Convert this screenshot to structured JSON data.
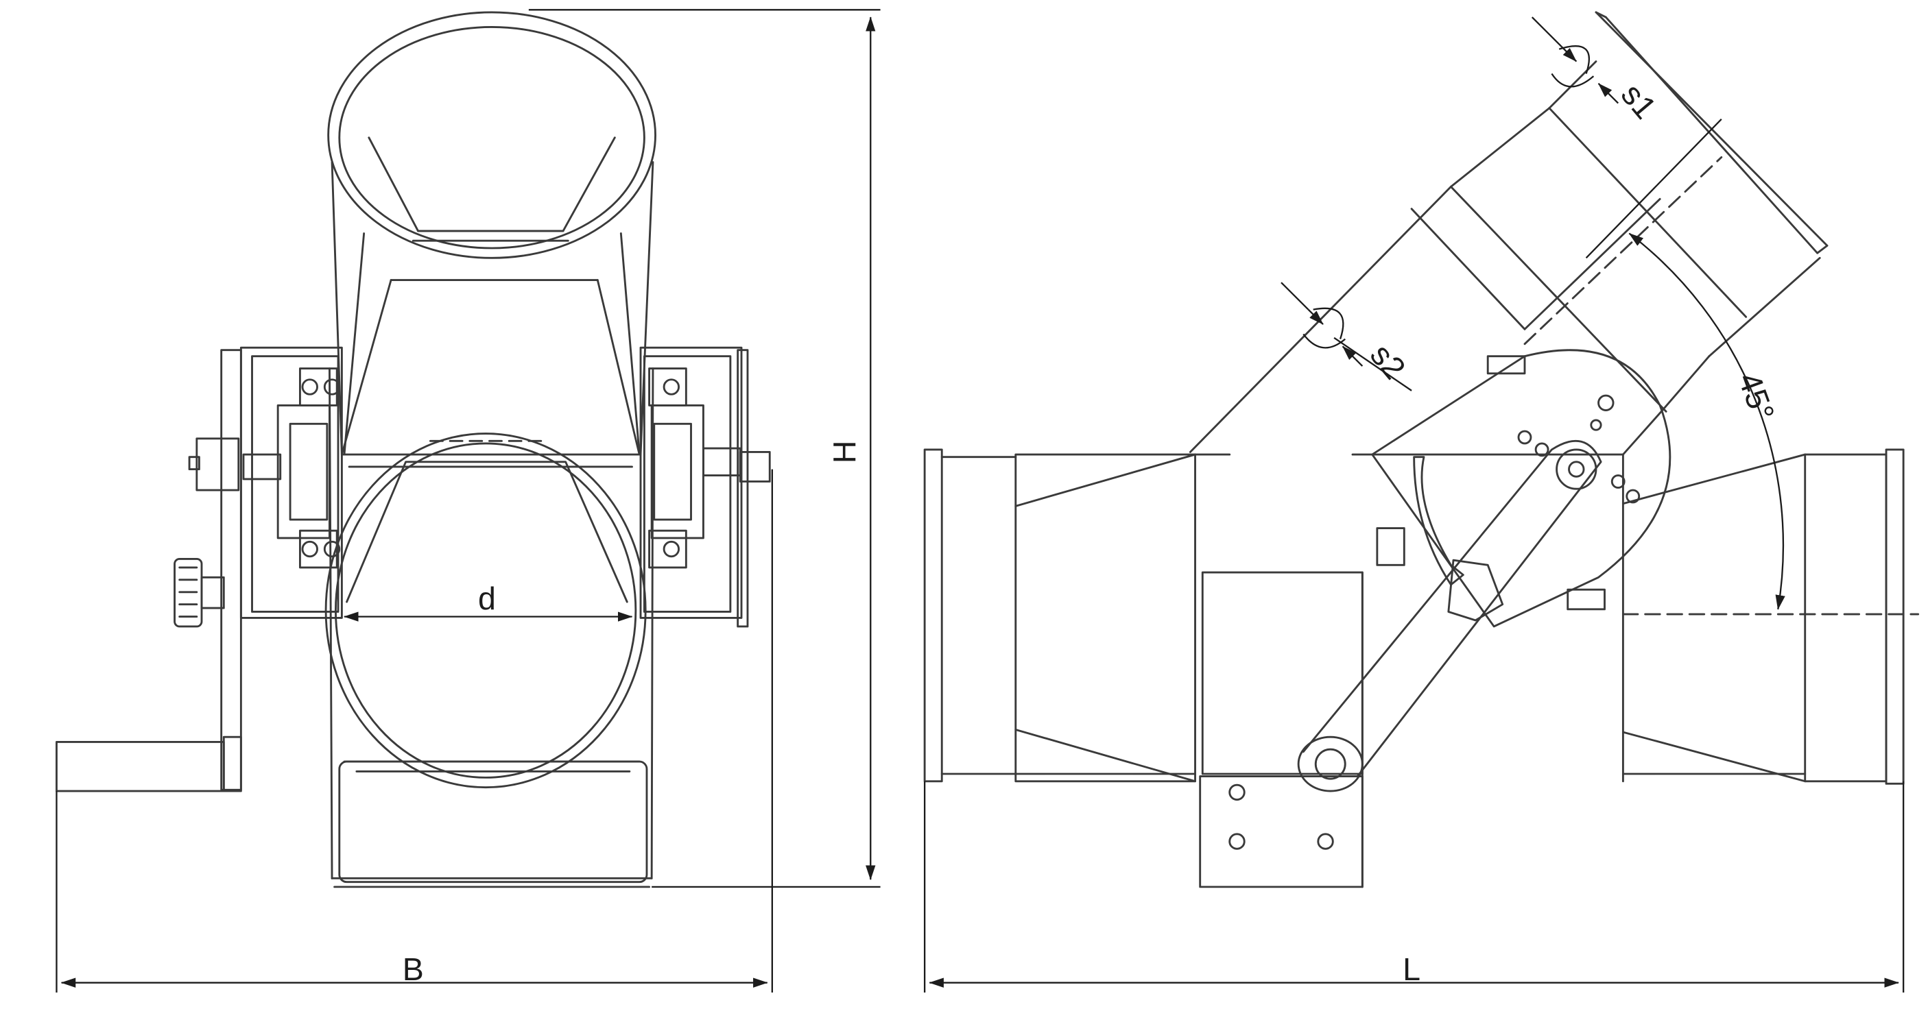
{
  "labels": {
    "height": "H",
    "width": "B",
    "length": "L",
    "diameter": "d",
    "wall_thickness_1": "s1",
    "wall_thickness_2": "s2",
    "branch_angle": "45°"
  },
  "colors": {
    "line": "#3a3a3a",
    "background": "#ffffff"
  }
}
